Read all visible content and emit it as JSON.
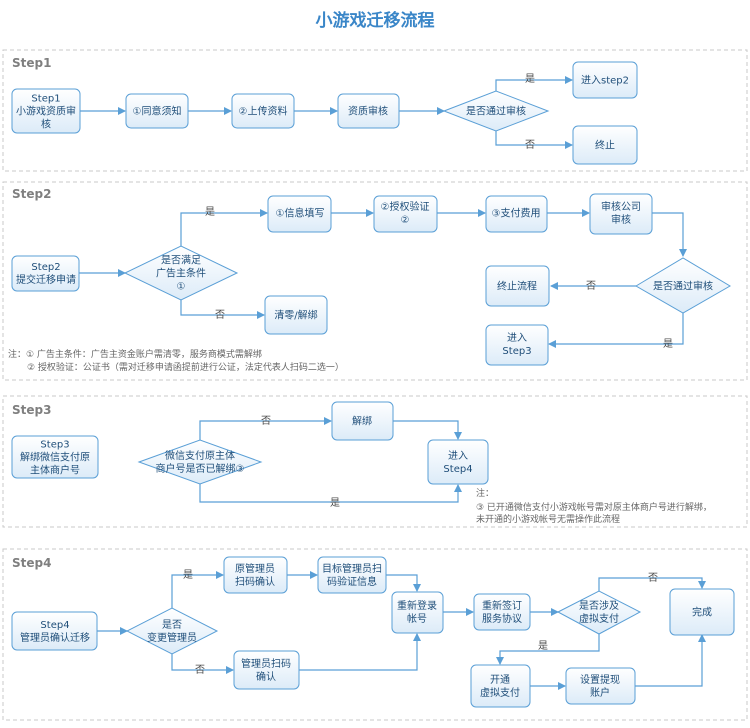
{
  "title": "小游戏迁移流程",
  "colors": {
    "node_border": "#5a9fd6",
    "node_fill_top": "#ffffff",
    "node_fill_bottom": "#dcebf8",
    "text": "#1f4e79",
    "arrow": "#5a9fd6",
    "section_border": "#c9c9c9",
    "section_label": "#7f7f7f",
    "note": "#666666"
  },
  "sections": [
    {
      "id": "s1",
      "label": "Step1"
    },
    {
      "id": "s2",
      "label": "Step2"
    },
    {
      "id": "s3",
      "label": "Step3"
    },
    {
      "id": "s4",
      "label": "Step4"
    }
  ],
  "nodes": [
    {
      "id": "s1_start",
      "lines": [
        "Step1",
        "小游戏资质审",
        "核"
      ]
    },
    {
      "id": "s1_agree",
      "lines": [
        "①同意须知"
      ]
    },
    {
      "id": "s1_upload",
      "lines": [
        "②上传资料"
      ]
    },
    {
      "id": "s1_review",
      "lines": [
        "资质审核"
      ]
    },
    {
      "id": "s1_pass",
      "lines": [
        "是否通过审核"
      ]
    },
    {
      "id": "s1_next",
      "lines": [
        "进入step2"
      ]
    },
    {
      "id": "s1_stop",
      "lines": [
        "终止"
      ]
    },
    {
      "id": "s2_start",
      "lines": [
        "Step2",
        "提交迁移申请"
      ]
    },
    {
      "id": "s2_cond",
      "lines": [
        "是否满足",
        "广告主条件",
        "①"
      ]
    },
    {
      "id": "s2_info",
      "lines": [
        "①信息填写"
      ]
    },
    {
      "id": "s2_auth",
      "lines": [
        "②授权验证",
        "②"
      ]
    },
    {
      "id": "s2_pay",
      "lines": [
        "③支付费用"
      ]
    },
    {
      "id": "s2_audit",
      "lines": [
        "审核公司",
        "审核"
      ]
    },
    {
      "id": "s2_pass",
      "lines": [
        "是否通过审核"
      ]
    },
    {
      "id": "s2_stop",
      "lines": [
        "终止流程"
      ]
    },
    {
      "id": "s2_next",
      "lines": [
        "进入",
        "Step3"
      ]
    },
    {
      "id": "s2_clear",
      "lines": [
        "清零/解绑"
      ]
    },
    {
      "id": "s3_start",
      "lines": [
        "Step3",
        "解绑微信支付原",
        "主体商户号"
      ]
    },
    {
      "id": "s3_cond",
      "lines": [
        "微信支付原主体",
        "商户号是否已解绑③"
      ]
    },
    {
      "id": "s3_unbind",
      "lines": [
        "解绑"
      ]
    },
    {
      "id": "s3_next",
      "lines": [
        "进入",
        "Step4"
      ]
    },
    {
      "id": "s4_start",
      "lines": [
        "Step4",
        "管理员确认迁移"
      ]
    },
    {
      "id": "s4_cond",
      "lines": [
        "是否",
        "变更管理员"
      ]
    },
    {
      "id": "s4_orig",
      "lines": [
        "原管理员",
        "扫码确认"
      ]
    },
    {
      "id": "s4_target",
      "lines": [
        "目标管理员扫",
        "码验证信息"
      ]
    },
    {
      "id": "s4_admin",
      "lines": [
        "管理员扫码",
        "确认"
      ]
    },
    {
      "id": "s4_relogin",
      "lines": [
        "重新登录",
        "帐号"
      ]
    },
    {
      "id": "s4_resign",
      "lines": [
        "重新签订",
        "服务协议"
      ]
    },
    {
      "id": "s4_virtual",
      "lines": [
        "是否涉及",
        "虚拟支付"
      ]
    },
    {
      "id": "s4_done",
      "lines": [
        "完成"
      ]
    },
    {
      "id": "s4_open",
      "lines": [
        "开通",
        "虚拟支付"
      ]
    },
    {
      "id": "s4_account",
      "lines": [
        "设置提现",
        "账户"
      ]
    }
  ],
  "edge_labels": {
    "yes": "是",
    "no": "否"
  },
  "notes": {
    "s2_note_1": "注：① 广告主条件：广告主资金账户需清零，服务商模式需解绑",
    "s2_note_2": "② 授权验证：公证书（需对迁移申请函提前进行公证，法定代表人扫码二选一）",
    "s3_note_1": "注：",
    "s3_note_2": "③ 已开通微信支付小游戏帐号需对原主体商户号进行解绑，",
    "s3_note_3": "未开通的小游戏帐号无需操作此流程"
  }
}
